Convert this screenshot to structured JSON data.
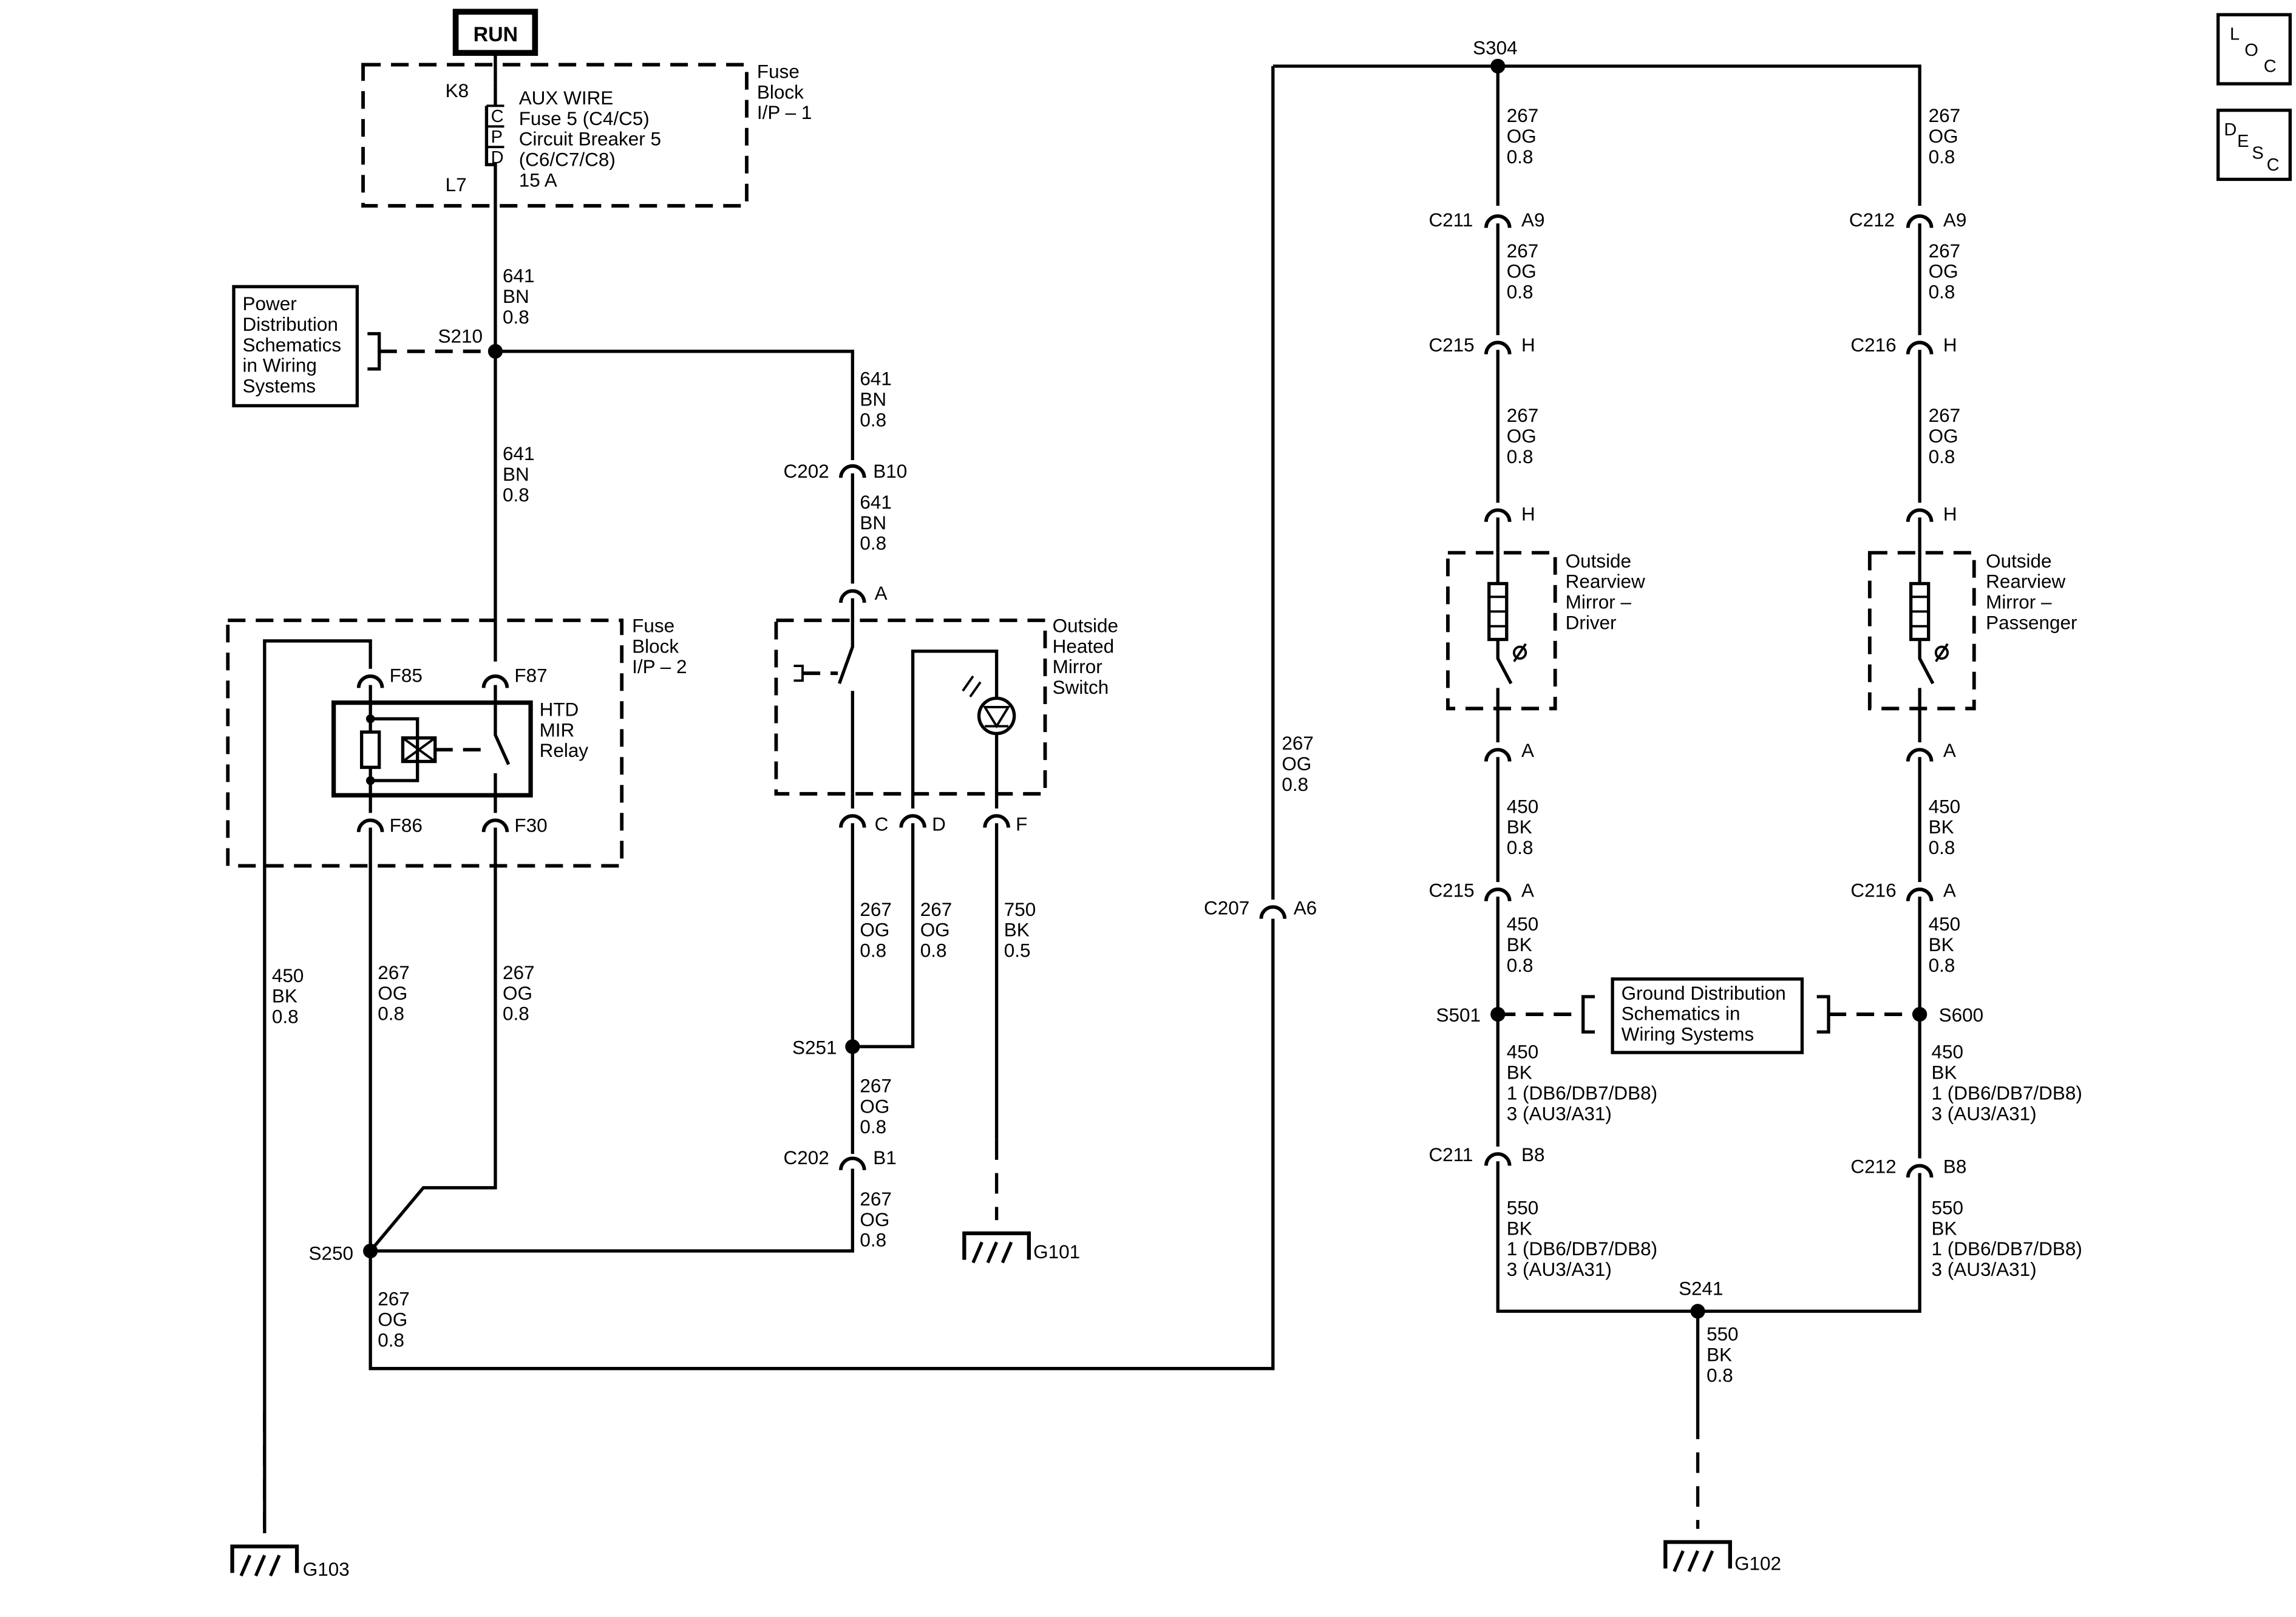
{
  "run_label": "RUN",
  "loc_lines": [
    "L",
    "O",
    "C"
  ],
  "desc_lines": [
    "D",
    "E",
    "S",
    "C"
  ],
  "fuse_block_ip1": {
    "title": [
      "Fuse",
      "Block",
      "I/P – 1"
    ],
    "pin_top": "K8",
    "pin_bottom": "L7",
    "cpd": [
      "C",
      "P",
      "D"
    ],
    "desc": [
      "AUX WIRE",
      "Fuse 5 (C4/C5)",
      "Circuit Breaker 5",
      "(C6/C7/C8)",
      "15 A"
    ]
  },
  "power_dist_ref": [
    "Power",
    "Distribution",
    "Schematics",
    "in Wiring",
    "Systems"
  ],
  "ground_dist_ref": [
    "Ground Distribution",
    "Schematics in",
    "Wiring Systems"
  ],
  "fuse_block_ip2": {
    "title": [
      "Fuse",
      "Block",
      "I/P – 2"
    ],
    "relay": [
      "HTD",
      "MIR",
      "Relay"
    ],
    "pins": [
      "F85",
      "F87",
      "F86",
      "F30"
    ]
  },
  "switch_label": [
    "Outside",
    "Heated",
    "Mirror",
    "Switch"
  ],
  "switch_pins": [
    "A",
    "C",
    "D",
    "F"
  ],
  "mirror_driver": [
    "Outside",
    "Rearview",
    "Mirror –",
    "Driver"
  ],
  "mirror_passenger": [
    "Outside",
    "Rearview",
    "Mirror –",
    "Passenger"
  ],
  "splices": [
    "S210",
    "S250",
    "S251",
    "S304",
    "S501",
    "S600",
    "S241"
  ],
  "grounds": [
    "G101",
    "G102",
    "G103"
  ],
  "connectors": {
    "c202_b10": [
      "C202",
      "B10"
    ],
    "c202_b1": [
      "C202",
      "B1"
    ],
    "c207_a6": [
      "C207",
      "A6"
    ],
    "c211_a9": [
      "C211",
      "A9"
    ],
    "c212_a9": [
      "C212",
      "A9"
    ],
    "c215_h": [
      "C215",
      "H"
    ],
    "c216_h": [
      "C216",
      "H"
    ],
    "c215_a": [
      "C215",
      "A"
    ],
    "c216_a": [
      "C216",
      "A"
    ],
    "c211_b8": [
      "C211",
      "B8"
    ],
    "c212_b8": [
      "C212",
      "B8"
    ],
    "pin_h": "H",
    "pin_a": "A"
  },
  "wires": {
    "w641": [
      "641",
      "BN",
      "0.8"
    ],
    "w267": [
      "267",
      "OG",
      "0.8"
    ],
    "w450": [
      "450",
      "BK",
      "0.8"
    ],
    "w750": [
      "750",
      "BK",
      "0.5"
    ],
    "w450_opt": [
      "450",
      "BK",
      "1  (DB6/DB7/DB8)",
      "3  (AU3/A31)"
    ],
    "w550_opt": [
      "550",
      "BK",
      "1  (DB6/DB7/DB8)",
      "3  (AU3/A31)"
    ],
    "w550": [
      "550",
      "BK",
      "0.8"
    ]
  }
}
